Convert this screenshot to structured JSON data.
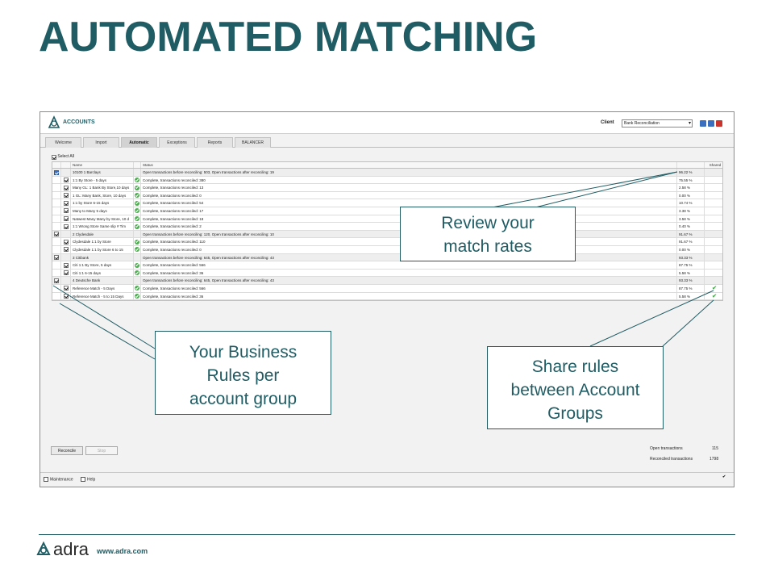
{
  "slide": {
    "title": "AUTOMATED MATCHING",
    "brand": "adra",
    "url": "www.adra.com"
  },
  "app": {
    "name": "ACCOUNTS",
    "client_label": "Client",
    "client_value": "Bank Reconciliation",
    "tabs": [
      {
        "label": "Welcome",
        "active": false
      },
      {
        "label": "Import",
        "active": false
      },
      {
        "label": "Automatic",
        "active": true
      },
      {
        "label": "Exceptions",
        "active": false
      },
      {
        "label": "Reports",
        "active": false
      },
      {
        "label": "BALANCER",
        "active": false
      }
    ],
    "select_all": "Select All",
    "columns": {
      "name": "Name",
      "status": "Status",
      "rate": "",
      "shared": "Shared"
    },
    "rows": [
      {
        "group": true,
        "name": "10100 1 Barclays",
        "status": "Open transactions before reconciling: 503, Open transactions after reconciling: 19",
        "rate": "96.22 %",
        "shared": false
      },
      {
        "group": false,
        "name": "1:1 By Store - 5 days",
        "status": "Complete, transactions reconciled: 380",
        "rate": "75.55 %",
        "shared": false
      },
      {
        "group": false,
        "name": "Many GL: 1 Bank By Store,10 days",
        "status": "Complete, transactions reconciled: 13",
        "rate": "2.58 %",
        "shared": false
      },
      {
        "group": false,
        "name": "1 GL: Many Bank, Store, 10 days",
        "status": "Complete, transactions reconciled: 0",
        "rate": "0.00 %",
        "shared": false
      },
      {
        "group": false,
        "name": "1:1 by Store 6-15 days",
        "status": "Complete, transactions reconciled: 54",
        "rate": "10.74 %",
        "shared": false
      },
      {
        "group": false,
        "name": "Many to Many 5 days",
        "status": "Complete, transactions reconciled: 17",
        "rate": "3.38 %",
        "shared": false
      },
      {
        "group": false,
        "name": "Natwest Many Many by Store, 10 d",
        "status": "Complete, transactions reconciled: 18",
        "rate": "3.58 %",
        "shared": false
      },
      {
        "group": false,
        "name": "1:1 Wrong Store Same slip # Tim",
        "status": "Complete, transactions reconciled: 2",
        "rate": "0.40 %",
        "shared": false
      },
      {
        "group": true,
        "name": "2 Clydesdale",
        "status": "Open transactions before reconciling: 120, Open transactions after reconciling: 10",
        "rate": "91.67 %",
        "shared": false
      },
      {
        "group": false,
        "name": "Clydesdale 1:1 by Store",
        "status": "Complete, transactions reconciled: 110",
        "rate": "91.67 %",
        "shared": false
      },
      {
        "group": false,
        "name": "Clydesdale 1:1 by Store 6 to 15",
        "status": "Complete, transactions reconciled: 0",
        "rate": "0.00 %",
        "shared": false
      },
      {
        "group": true,
        "name": "3 Citibank",
        "status": "Open transactions before reconciling: 645, Open transactions after reconciling: 43",
        "rate": "93.33 %",
        "shared": false
      },
      {
        "group": false,
        "name": "Citi 1:1 By Store, 5 days",
        "status": "Complete, transactions reconciled: 566",
        "rate": "87.75 %",
        "shared": false
      },
      {
        "group": false,
        "name": "Citi 1:1 6-15 days",
        "status": "Complete, transactions reconciled: 36",
        "rate": "5.58 %",
        "shared": false
      },
      {
        "group": true,
        "name": "4 Deutsche Bank",
        "status": "Open transactions before reconciling: 645, Open transactions after reconciling: 43",
        "rate": "93.33 %",
        "shared": false
      },
      {
        "group": false,
        "name": "Reference Match - 5 Days",
        "status": "Complete, transactions reconciled: 566",
        "rate": "87.75 %",
        "shared": true
      },
      {
        "group": false,
        "name": "Reference Match - 5 to 15 Days",
        "status": "Complete, transactions reconciled: 36",
        "rate": "5.58 %",
        "shared": true
      }
    ],
    "buttons": {
      "reconcile": "Reconcile",
      "stop": "Stop"
    },
    "summary": {
      "open_label": "Open transactions",
      "open_value": "115",
      "reconciled_label": "Reconciled transactions",
      "reconciled_value": "1798"
    },
    "footer": {
      "maintenance": "Maintenance",
      "help": "Help"
    }
  },
  "callouts": {
    "rates": [
      "Review your",
      "match rates"
    ],
    "rules": [
      "Your Business",
      "Rules per",
      "account group"
    ],
    "share": [
      "Share rules",
      "between Account",
      "Groups"
    ]
  },
  "colors": {
    "brand": "#1f5c64",
    "check": "#4caf50"
  }
}
